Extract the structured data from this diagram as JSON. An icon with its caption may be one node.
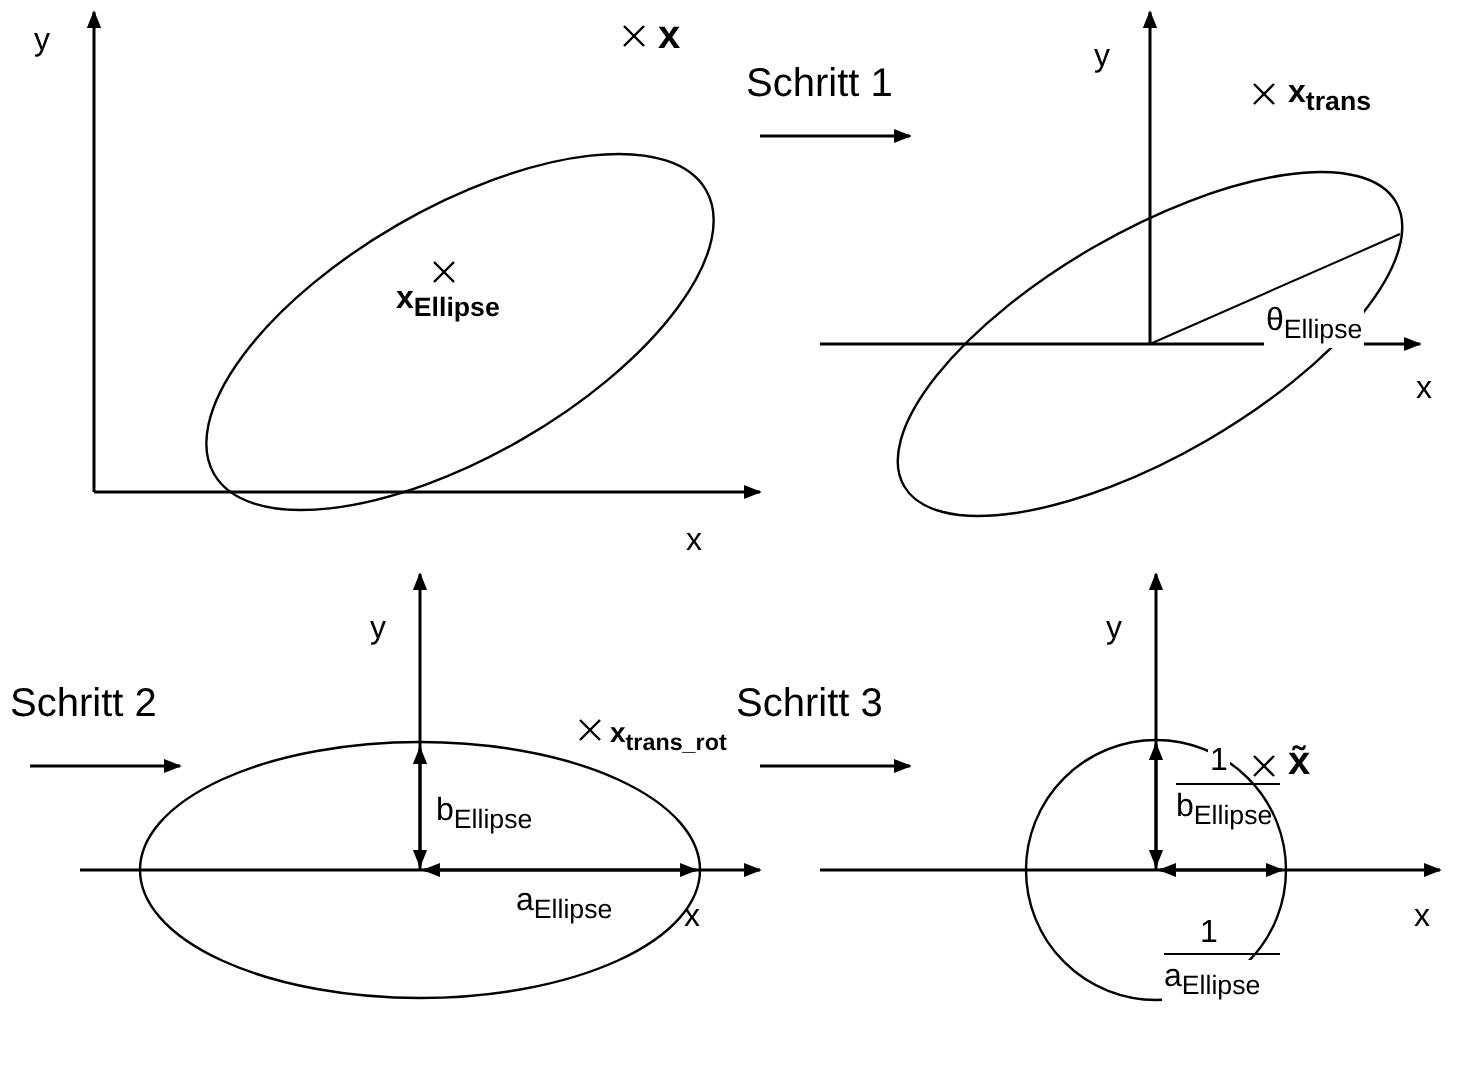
{
  "diagram": {
    "labels": [
      "y",
      "x",
      "Schritt 1",
      "y",
      "x$_{trans}$",
      "x$_{Ellipse}$",
      "θ$_{Ellipse}$",
      "x",
      "x",
      "y",
      "y",
      "Schritt 2",
      "Schritt 3",
      "x$_{trans_rot}$",
      "1",
      "x̃",
      "b$_{Ellipse}$",
      "b$_{Ellipse}$",
      "a$_{Ellipse}$",
      "x",
      "1",
      "x",
      "a$_{Ellipse}$"
    ]
  }
}
